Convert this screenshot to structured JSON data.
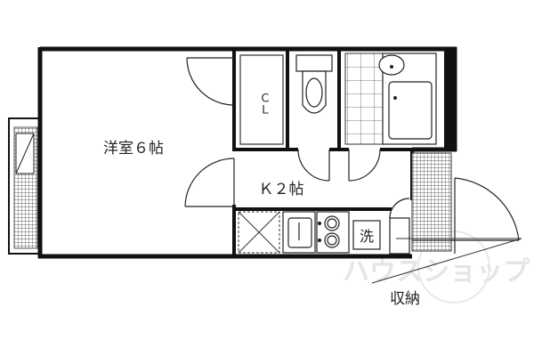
{
  "rooms": {
    "western_room": "洋室６帖",
    "kitchen": "Ｋ２帖",
    "closet": "ＣＬ",
    "washer": "洗",
    "storage": "収納"
  },
  "watermark": {
    "text": "ハウスショップ"
  },
  "colors": {
    "wall": "#111111",
    "line": "#333333",
    "tile": "#666666",
    "watermark": "#d8d8d8"
  }
}
